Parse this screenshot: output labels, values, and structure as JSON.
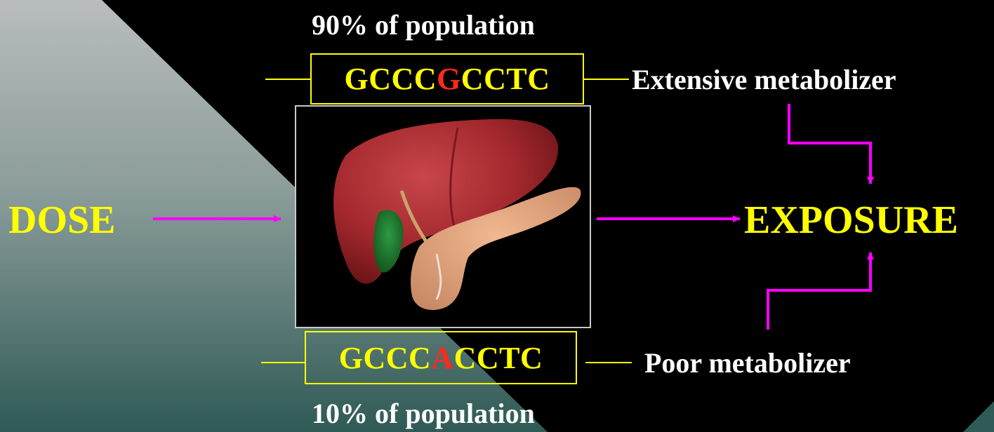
{
  "top": {
    "population": "90% of population",
    "sequence": {
      "before": "GCCC",
      "variant": "G",
      "after": "CCTC"
    },
    "metabolizer": "Extensive metabolizer"
  },
  "bottom": {
    "population": "10% of population",
    "sequence": {
      "before": "GCCC",
      "variant": "A",
      "after": "CCTC"
    },
    "metabolizer": "Poor metabolizer"
  },
  "dose": "DOSE",
  "exposure": "EXPOSURE",
  "organ_image": "liver-gallbladder-pancreas-illustration",
  "colors": {
    "text_yellow": "#ffff00",
    "text_white": "#ffffff",
    "variant_red": "#ff2a1a",
    "arrow_magenta": "#ff00ff",
    "background_black": "#000000"
  }
}
